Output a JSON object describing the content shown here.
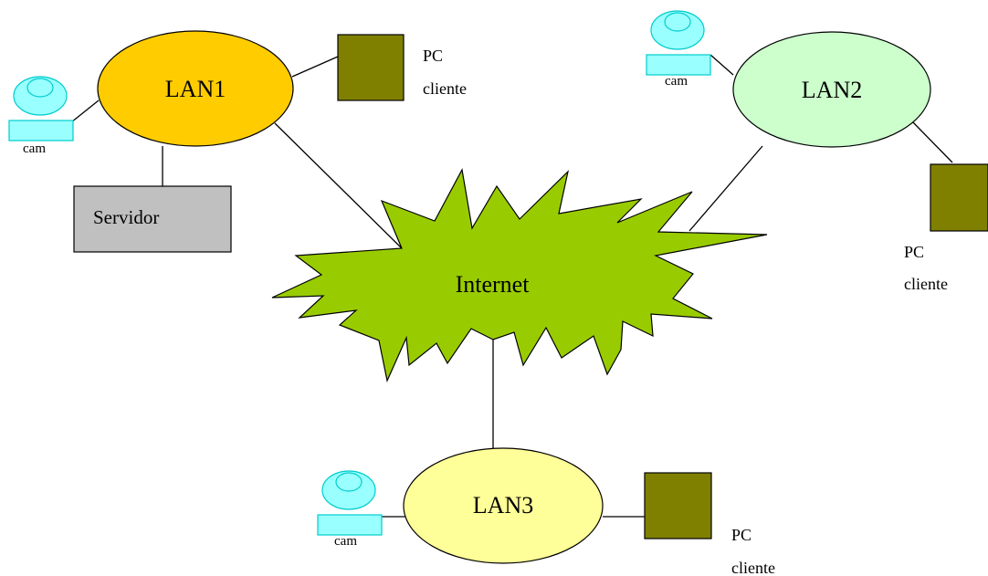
{
  "colors": {
    "lan1": "#ffcc00",
    "lan2": "#ccffcc",
    "lan3": "#ffff99",
    "internet": "#99cc00",
    "pc": "#808000",
    "server": "#c0c0c0",
    "cam": "#99ffff",
    "cam_stroke": "#00cccc"
  },
  "internet": {
    "label": "Internet"
  },
  "lans": [
    {
      "id": "lan1",
      "label": "LAN1"
    },
    {
      "id": "lan2",
      "label": "LAN2"
    },
    {
      "id": "lan3",
      "label": "LAN3"
    }
  ],
  "server": {
    "label": "Servidor"
  },
  "pcs": [
    {
      "line1": "PC",
      "line2": "cliente"
    },
    {
      "line1": "PC",
      "line2": "cliente"
    },
    {
      "line1": "PC",
      "line2": "cliente"
    }
  ],
  "cams": [
    {
      "label": "cam"
    },
    {
      "label": "cam"
    },
    {
      "label": "cam"
    }
  ]
}
